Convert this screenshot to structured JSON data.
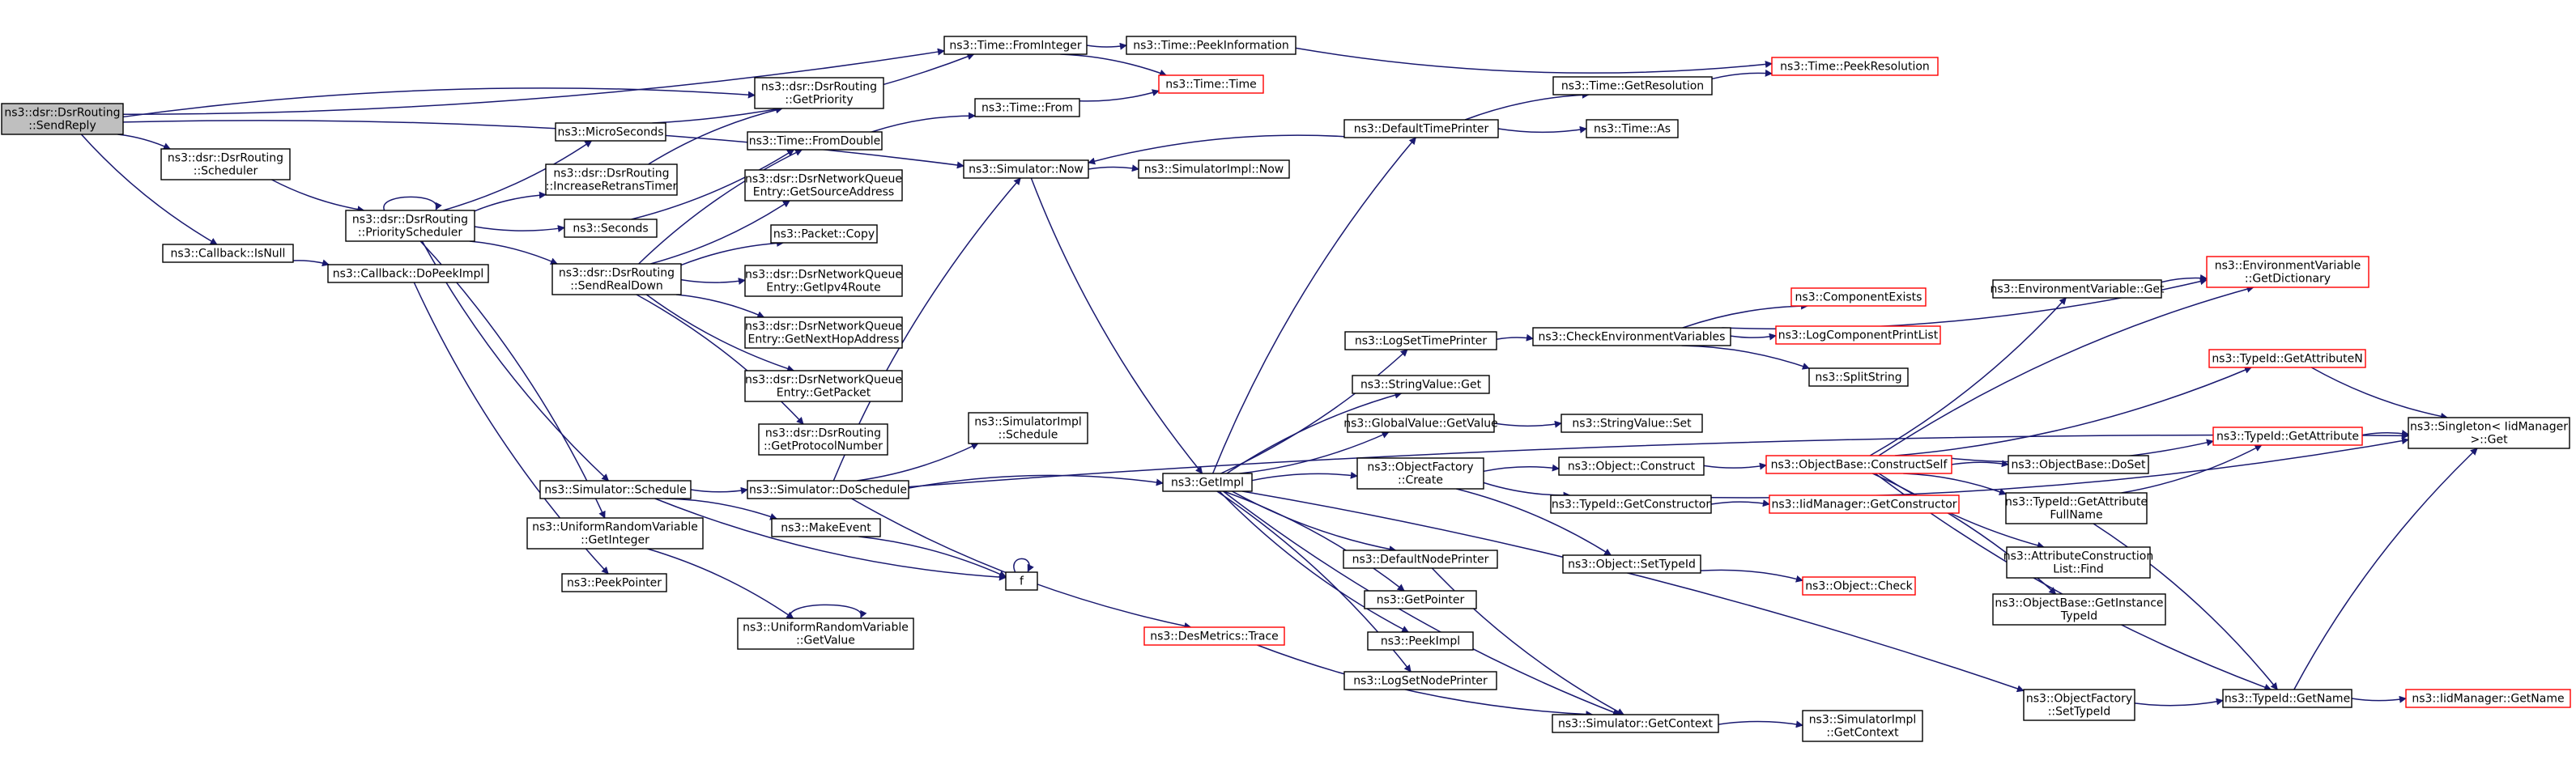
{
  "diagram": {
    "type": "call-graph",
    "edge_color": "#191970",
    "nodes": [
      {
        "id": "sendreply",
        "lines": [
          "ns3::dsr::DsrRouting",
          "::SendReply"
        ],
        "style": "root"
      },
      {
        "id": "scheduler",
        "lines": [
          "ns3::dsr::DsrRouting",
          "::Scheduler"
        ]
      },
      {
        "id": "isnull",
        "lines": [
          "ns3::Callback::IsNull"
        ]
      },
      {
        "id": "doPeekImpl",
        "lines": [
          "ns3::Callback::DoPeekImpl"
        ]
      },
      {
        "id": "prioritySched",
        "lines": [
          "ns3::dsr::DsrRouting",
          "::PriorityScheduler"
        ]
      },
      {
        "id": "microseconds",
        "lines": [
          "ns3::MicroSeconds"
        ]
      },
      {
        "id": "increaseRetrans",
        "lines": [
          "ns3::dsr::DsrRouting",
          "::IncreaseRetransTimer"
        ]
      },
      {
        "id": "seconds",
        "lines": [
          "ns3::Seconds"
        ]
      },
      {
        "id": "sendRealDown",
        "lines": [
          "ns3::dsr::DsrRouting",
          "::SendRealDown"
        ]
      },
      {
        "id": "simSchedule",
        "lines": [
          "ns3::Simulator::Schedule"
        ]
      },
      {
        "id": "uniformGetInteger",
        "lines": [
          "ns3::UniformRandomVariable",
          "::GetInteger"
        ]
      },
      {
        "id": "peekPointer",
        "lines": [
          "ns3::PeekPointer"
        ]
      },
      {
        "id": "getPriority",
        "lines": [
          "ns3::dsr::DsrRouting",
          "::GetPriority"
        ]
      },
      {
        "id": "timeFromDouble",
        "lines": [
          "ns3::Time::FromDouble"
        ]
      },
      {
        "id": "getSourceAddress",
        "lines": [
          "ns3::dsr::DsrNetworkQueue",
          "Entry::GetSourceAddress"
        ]
      },
      {
        "id": "packetCopy",
        "lines": [
          "ns3::Packet::Copy"
        ]
      },
      {
        "id": "getIpv4Route",
        "lines": [
          "ns3::dsr::DsrNetworkQueue",
          "Entry::GetIpv4Route"
        ]
      },
      {
        "id": "getNextHop",
        "lines": [
          "ns3::dsr::DsrNetworkQueue",
          "Entry::GetNextHopAddress"
        ]
      },
      {
        "id": "getPacket",
        "lines": [
          "ns3::dsr::DsrNetworkQueue",
          "Entry::GetPacket"
        ]
      },
      {
        "id": "getProtocolNumber",
        "lines": [
          "ns3::dsr::DsrRouting",
          "::GetProtocolNumber"
        ]
      },
      {
        "id": "doSchedule",
        "lines": [
          "ns3::Simulator::DoSchedule"
        ]
      },
      {
        "id": "makeEvent",
        "lines": [
          "ns3::MakeEvent"
        ]
      },
      {
        "id": "uniformGetValue",
        "lines": [
          "ns3::UniformRandomVariable",
          "::GetValue"
        ]
      },
      {
        "id": "f",
        "lines": [
          "f"
        ]
      },
      {
        "id": "timeFromInteger",
        "lines": [
          "ns3::Time::FromInteger"
        ]
      },
      {
        "id": "timePeekInfo",
        "lines": [
          "ns3::Time::PeekInformation"
        ]
      },
      {
        "id": "timeTime",
        "lines": [
          "ns3::Time::Time"
        ],
        "style": "red"
      },
      {
        "id": "timeFrom",
        "lines": [
          "ns3::Time::From"
        ]
      },
      {
        "id": "simNow",
        "lines": [
          "ns3::Simulator::Now"
        ]
      },
      {
        "id": "simImplNow",
        "lines": [
          "ns3::SimulatorImpl::Now"
        ]
      },
      {
        "id": "simImplSchedule",
        "lines": [
          "ns3::SimulatorImpl",
          "::Schedule"
        ]
      },
      {
        "id": "getImpl",
        "lines": [
          "ns3::GetImpl"
        ]
      },
      {
        "id": "desMetrics",
        "lines": [
          "ns3::DesMetrics::Trace"
        ],
        "style": "red"
      },
      {
        "id": "timePeekRes",
        "lines": [
          "ns3::Time::PeekResolution"
        ],
        "style": "red"
      },
      {
        "id": "defaultTimePrinter",
        "lines": [
          "ns3::DefaultTimePrinter"
        ]
      },
      {
        "id": "timeGetRes",
        "lines": [
          "ns3::Time::GetResolution"
        ]
      },
      {
        "id": "timeAs",
        "lines": [
          "ns3::Time::As"
        ]
      },
      {
        "id": "logSetTimePrinter",
        "lines": [
          "ns3::LogSetTimePrinter"
        ]
      },
      {
        "id": "stringValueGet",
        "lines": [
          "ns3::StringValue::Get"
        ]
      },
      {
        "id": "globalValueGetValue",
        "lines": [
          "ns3::GlobalValue::GetValue"
        ]
      },
      {
        "id": "objectFactoryCreate",
        "lines": [
          "ns3::ObjectFactory",
          "::Create"
        ]
      },
      {
        "id": "defaultNodePrinter",
        "lines": [
          "ns3::DefaultNodePrinter"
        ]
      },
      {
        "id": "getPointer",
        "lines": [
          "ns3::GetPointer"
        ]
      },
      {
        "id": "peekImpl",
        "lines": [
          "ns3::PeekImpl"
        ]
      },
      {
        "id": "logSetNodePrinter",
        "lines": [
          "ns3::LogSetNodePrinter"
        ]
      },
      {
        "id": "simGetContext",
        "lines": [
          "ns3::Simulator::GetContext"
        ]
      },
      {
        "id": "checkEnvVars",
        "lines": [
          "ns3::CheckEnvironmentVariables"
        ]
      },
      {
        "id": "stringValueSet",
        "lines": [
          "ns3::StringValue::Set"
        ]
      },
      {
        "id": "objectConstruct",
        "lines": [
          "ns3::Object::Construct"
        ]
      },
      {
        "id": "typeIdGetConstructor",
        "lines": [
          "ns3::TypeId::GetConstructor"
        ]
      },
      {
        "id": "objectSetTypeId",
        "lines": [
          "ns3::Object::SetTypeId"
        ]
      },
      {
        "id": "simImplGetContext",
        "lines": [
          "ns3::SimulatorImpl",
          "::GetContext"
        ]
      },
      {
        "id": "componentExists",
        "lines": [
          "ns3::ComponentExists"
        ],
        "style": "red"
      },
      {
        "id": "logComponentPrintList",
        "lines": [
          "ns3::LogComponentPrintList"
        ],
        "style": "red"
      },
      {
        "id": "splitString",
        "lines": [
          "ns3::SplitString"
        ]
      },
      {
        "id": "objectBaseConstructSelf",
        "lines": [
          "ns3::ObjectBase::ConstructSelf"
        ],
        "style": "red"
      },
      {
        "id": "iidManagerGetConstructor",
        "lines": [
          "ns3::IidManager::GetConstructor"
        ],
        "style": "red"
      },
      {
        "id": "objectCheck",
        "lines": [
          "ns3::Object::Check"
        ],
        "style": "red"
      },
      {
        "id": "envVarGet",
        "lines": [
          "ns3::EnvironmentVariable::Get"
        ]
      },
      {
        "id": "envVarGetDict",
        "lines": [
          "ns3::EnvironmentVariable",
          "::GetDictionary"
        ],
        "style": "red"
      },
      {
        "id": "typeIdGetAttributeN",
        "lines": [
          "ns3::TypeId::GetAttributeN"
        ],
        "style": "red"
      },
      {
        "id": "objectBaseDoSet",
        "lines": [
          "ns3::ObjectBase::DoSet"
        ]
      },
      {
        "id": "typeIdGetAttrFullName",
        "lines": [
          "ns3::TypeId::GetAttribute",
          "FullName"
        ]
      },
      {
        "id": "typeIdGetAttribute",
        "lines": [
          "ns3::TypeId::GetAttribute"
        ],
        "style": "red"
      },
      {
        "id": "singletonGet",
        "lines": [
          "ns3::Singleton< IidManager",
          " >::Get"
        ]
      },
      {
        "id": "attrConstructionListFind",
        "lines": [
          "ns3::AttributeConstruction",
          "List::Find"
        ]
      },
      {
        "id": "objectBaseGetInstanceTypeId",
        "lines": [
          "ns3::ObjectBase::GetInstance",
          "TypeId"
        ]
      },
      {
        "id": "objectFactorySetTypeId",
        "lines": [
          "ns3::ObjectFactory",
          "::SetTypeId"
        ]
      },
      {
        "id": "typeIdGetName",
        "lines": [
          "ns3::TypeId::GetName"
        ]
      },
      {
        "id": "iidManagerGetName",
        "lines": [
          "ns3::IidManager::GetName"
        ],
        "style": "red"
      }
    ],
    "edges": [
      [
        "sendreply",
        "scheduler"
      ],
      [
        "sendreply",
        "isnull"
      ],
      [
        "sendreply",
        "getPriority"
      ],
      [
        "sendreply",
        "timeFromInteger"
      ],
      [
        "sendreply",
        "simNow"
      ],
      [
        "scheduler",
        "prioritySched"
      ],
      [
        "isnull",
        "doPeekImpl"
      ],
      [
        "doPeekImpl",
        "peekPointer"
      ],
      [
        "prioritySched",
        "prioritySched"
      ],
      [
        "prioritySched",
        "microseconds"
      ],
      [
        "prioritySched",
        "increaseRetrans"
      ],
      [
        "prioritySched",
        "seconds"
      ],
      [
        "prioritySched",
        "sendRealDown"
      ],
      [
        "prioritySched",
        "simSchedule"
      ],
      [
        "prioritySched",
        "uniformGetInteger"
      ],
      [
        "microseconds",
        "timeFromInteger"
      ],
      [
        "increaseRetrans",
        "getPriority"
      ],
      [
        "seconds",
        "timeFromDouble"
      ],
      [
        "sendRealDown",
        "timeFromDouble"
      ],
      [
        "sendRealDown",
        "getSourceAddress"
      ],
      [
        "sendRealDown",
        "packetCopy"
      ],
      [
        "sendRealDown",
        "getIpv4Route"
      ],
      [
        "sendRealDown",
        "getNextHop"
      ],
      [
        "sendRealDown",
        "getPacket"
      ],
      [
        "sendRealDown",
        "getProtocolNumber"
      ],
      [
        "simSchedule",
        "doSchedule"
      ],
      [
        "simSchedule",
        "makeEvent"
      ],
      [
        "simSchedule",
        "f"
      ],
      [
        "uniformGetInteger",
        "uniformGetValue"
      ],
      [
        "uniformGetValue",
        "uniformGetValue"
      ],
      [
        "makeEvent",
        "f"
      ],
      [
        "f",
        "f"
      ],
      [
        "doSchedule",
        "simNow"
      ],
      [
        "doSchedule",
        "simImplSchedule"
      ],
      [
        "doSchedule",
        "getImpl"
      ],
      [
        "doSchedule",
        "desMetrics"
      ],
      [
        "doSchedule",
        "singletonGet"
      ],
      [
        "timeFromInteger",
        "timePeekInfo"
      ],
      [
        "timeFromInteger",
        "timeTime"
      ],
      [
        "timePeekInfo",
        "timePeekRes"
      ],
      [
        "timeFromDouble",
        "timeFrom"
      ],
      [
        "timeFrom",
        "timeTime"
      ],
      [
        "simNow",
        "simImplNow"
      ],
      [
        "simNow",
        "getImpl"
      ],
      [
        "getImpl",
        "defaultTimePrinter"
      ],
      [
        "getImpl",
        "logSetTimePrinter"
      ],
      [
        "getImpl",
        "stringValueGet"
      ],
      [
        "getImpl",
        "globalValueGetValue"
      ],
      [
        "getImpl",
        "objectFactoryCreate"
      ],
      [
        "getImpl",
        "defaultNodePrinter"
      ],
      [
        "getImpl",
        "getPointer"
      ],
      [
        "getImpl",
        "peekImpl"
      ],
      [
        "getImpl",
        "logSetNodePrinter"
      ],
      [
        "getImpl",
        "simGetContext"
      ],
      [
        "getImpl",
        "objectFactorySetTypeId"
      ],
      [
        "defaultTimePrinter",
        "simNow"
      ],
      [
        "defaultTimePrinter",
        "timeGetRes"
      ],
      [
        "defaultTimePrinter",
        "timeAs"
      ],
      [
        "timeGetRes",
        "timePeekRes"
      ],
      [
        "desMetrics",
        "simGetContext"
      ],
      [
        "logSetTimePrinter",
        "checkEnvVars"
      ],
      [
        "checkEnvVars",
        "envVarGetDict"
      ],
      [
        "checkEnvVars",
        "componentExists"
      ],
      [
        "checkEnvVars",
        "logComponentPrintList"
      ],
      [
        "checkEnvVars",
        "splitString"
      ],
      [
        "globalValueGetValue",
        "stringValueSet"
      ],
      [
        "objectFactoryCreate",
        "objectConstruct"
      ],
      [
        "objectFactoryCreate",
        "typeIdGetConstructor"
      ],
      [
        "objectFactoryCreate",
        "objectSetTypeId"
      ],
      [
        "defaultNodePrinter",
        "simGetContext"
      ],
      [
        "simGetContext",
        "simImplGetContext"
      ],
      [
        "objectConstruct",
        "objectBaseConstructSelf"
      ],
      [
        "typeIdGetConstructor",
        "iidManagerGetConstructor"
      ],
      [
        "typeIdGetConstructor",
        "singletonGet"
      ],
      [
        "objectSetTypeId",
        "objectCheck"
      ],
      [
        "objectBaseConstructSelf",
        "envVarGet"
      ],
      [
        "objectBaseConstructSelf",
        "envVarGetDict"
      ],
      [
        "objectBaseConstructSelf",
        "typeIdGetAttributeN"
      ],
      [
        "objectBaseConstructSelf",
        "objectBaseDoSet"
      ],
      [
        "objectBaseConstructSelf",
        "typeIdGetAttribute"
      ],
      [
        "objectBaseConstructSelf",
        "typeIdGetAttrFullName"
      ],
      [
        "objectBaseConstructSelf",
        "attrConstructionListFind"
      ],
      [
        "objectBaseConstructSelf",
        "objectBaseGetInstanceTypeId"
      ],
      [
        "objectBaseConstructSelf",
        "typeIdGetName"
      ],
      [
        "envVarGet",
        "envVarGetDict"
      ],
      [
        "typeIdGetAttributeN",
        "singletonGet"
      ],
      [
        "typeIdGetAttribute",
        "singletonGet"
      ],
      [
        "typeIdGetAttrFullName",
        "typeIdGetAttribute"
      ],
      [
        "typeIdGetAttrFullName",
        "typeIdGetName"
      ],
      [
        "objectFactorySetTypeId",
        "typeIdGetName"
      ],
      [
        "typeIdGetName",
        "singletonGet"
      ],
      [
        "typeIdGetName",
        "iidManagerGetName"
      ]
    ]
  }
}
